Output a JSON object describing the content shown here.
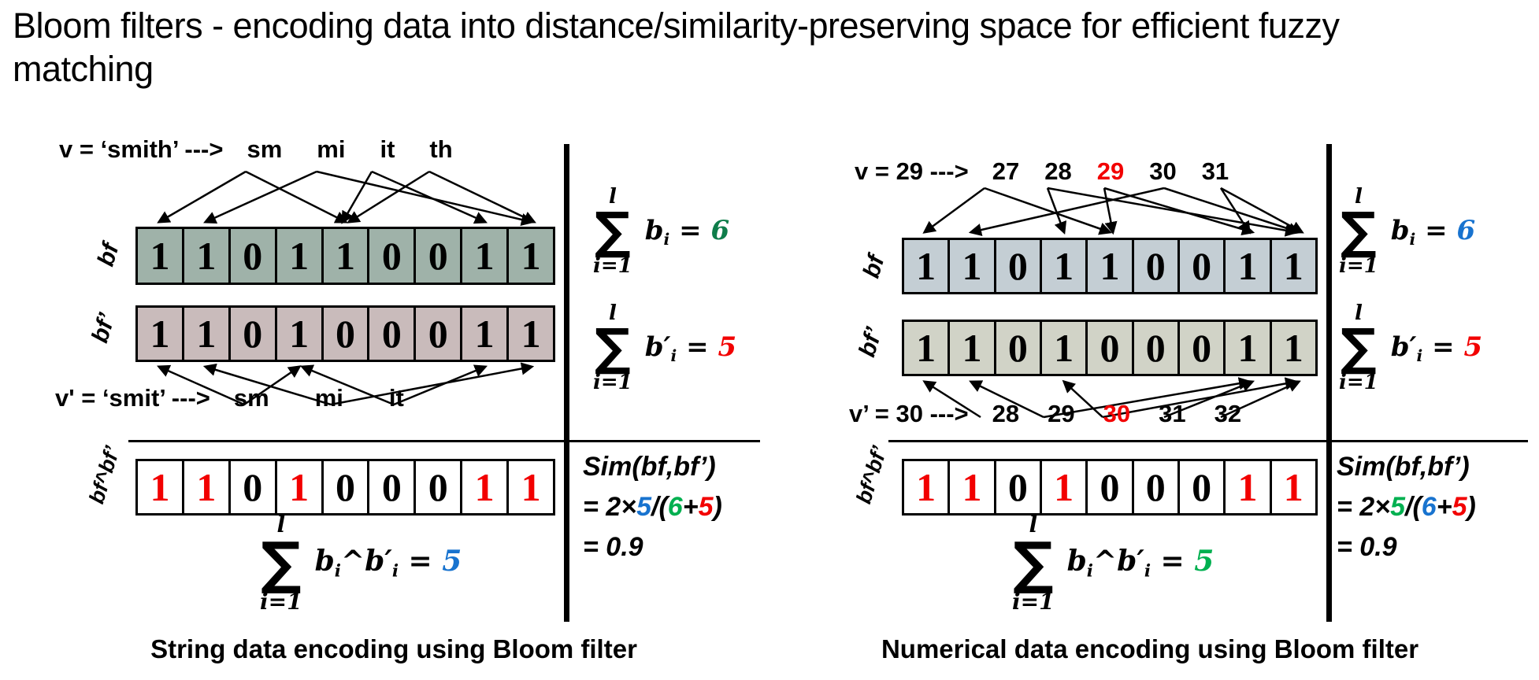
{
  "title": {
    "line1": "Bloom filters - encoding data into distance/similarity-preserving space for efficient fuzzy",
    "line2": "matching"
  },
  "left": {
    "caption": "String data encoding using Bloom filter",
    "v_line": {
      "prefix": "v = ‘smith’ --->",
      "tokens": [
        {
          "t": "sm"
        },
        {
          "t": "mi"
        },
        {
          "t": "it"
        },
        {
          "t": "th"
        }
      ]
    },
    "vp_line": {
      "prefix": "v' = ‘smit’ --->",
      "tokens": [
        {
          "t": "sm"
        },
        {
          "t": "mi"
        },
        {
          "t": "it"
        }
      ]
    },
    "bf": {
      "label": "bf",
      "bg": "#9fb2a9",
      "cells": [
        {
          "t": "1"
        },
        {
          "t": "1"
        },
        {
          "t": "0"
        },
        {
          "t": "1"
        },
        {
          "t": "1"
        },
        {
          "t": "0"
        },
        {
          "t": "0"
        },
        {
          "t": "1"
        },
        {
          "t": "1"
        }
      ]
    },
    "bfp": {
      "label": "bf’",
      "bg": "#c9bbbb",
      "cells": [
        {
          "t": "1"
        },
        {
          "t": "1"
        },
        {
          "t": "0"
        },
        {
          "t": "1"
        },
        {
          "t": "0"
        },
        {
          "t": "0"
        },
        {
          "t": "0"
        },
        {
          "t": "1"
        },
        {
          "t": "1"
        }
      ]
    },
    "bfx": {
      "label": "bf^bf’",
      "bg": "#ffffff",
      "cells": [
        {
          "t": "1",
          "color": "#f20000"
        },
        {
          "t": "1",
          "color": "#f20000"
        },
        {
          "t": "0"
        },
        {
          "t": "1",
          "color": "#f20000"
        },
        {
          "t": "0"
        },
        {
          "t": "0"
        },
        {
          "t": "0"
        },
        {
          "t": "1",
          "color": "#f20000"
        },
        {
          "t": "1",
          "color": "#f20000"
        }
      ]
    },
    "sum1": {
      "limit_top": "l",
      "limit_bottom": "i=1",
      "expr": [
        {
          "t": "b"
        },
        {
          "t": "i",
          "sub": true
        },
        {
          "t": " = "
        },
        {
          "t": "6",
          "color": "#0e7d4a"
        }
      ]
    },
    "sum2": {
      "limit_top": "l",
      "limit_bottom": "i=1",
      "expr": [
        {
          "t": "b′"
        },
        {
          "t": "i",
          "sub": true
        },
        {
          "t": " = "
        },
        {
          "t": "5",
          "color": "#f20000"
        }
      ]
    },
    "sum_xor": {
      "limit_top": "l",
      "limit_bottom": "i=1",
      "expr": [
        {
          "t": "b"
        },
        {
          "t": "i",
          "sub": true
        },
        {
          "t": "^"
        },
        {
          "t": "b′"
        },
        {
          "t": "i",
          "sub": true
        },
        {
          "t": " = "
        },
        {
          "t": "5",
          "color": "#1873cf"
        }
      ]
    },
    "sim": {
      "l1": "Sim(bf,bf’)",
      "l2": [
        {
          "t": "= 2×"
        },
        {
          "t": "5",
          "color": "#1873cf"
        },
        {
          "t": "/("
        },
        {
          "t": "6",
          "color": "#00b050"
        },
        {
          "t": "+"
        },
        {
          "t": "5",
          "color": "#f20000"
        },
        {
          "t": ")"
        }
      ],
      "l3": "= 0.9"
    }
  },
  "right": {
    "caption": "Numerical data encoding using Bloom filter",
    "v_line": {
      "prefix": "v = 29 --->",
      "tokens": [
        {
          "t": "27"
        },
        {
          "t": "28"
        },
        {
          "t": "29",
          "color": "#f20000"
        },
        {
          "t": "30"
        },
        {
          "t": "31"
        }
      ]
    },
    "vp_line": {
      "prefix": "v’ = 30 --->",
      "tokens": [
        {
          "t": "28"
        },
        {
          "t": "29"
        },
        {
          "t": "30",
          "color": "#f20000"
        },
        {
          "t": "31"
        },
        {
          "t": "32"
        }
      ]
    },
    "bf": {
      "label": "bf",
      "bg": "#c4ced4",
      "cells": [
        {
          "t": "1"
        },
        {
          "t": "1"
        },
        {
          "t": "0"
        },
        {
          "t": "1"
        },
        {
          "t": "1"
        },
        {
          "t": "0"
        },
        {
          "t": "0"
        },
        {
          "t": "1"
        },
        {
          "t": "1"
        }
      ]
    },
    "bfp": {
      "label": "bf’",
      "bg": "#d1d3c7",
      "cells": [
        {
          "t": "1"
        },
        {
          "t": "1"
        },
        {
          "t": "0"
        },
        {
          "t": "1"
        },
        {
          "t": "0"
        },
        {
          "t": "0"
        },
        {
          "t": "0"
        },
        {
          "t": "1"
        },
        {
          "t": "1"
        }
      ]
    },
    "bfx": {
      "label": "bf^bf’",
      "bg": "#ffffff",
      "cells": [
        {
          "t": "1",
          "color": "#f20000"
        },
        {
          "t": "1",
          "color": "#f20000"
        },
        {
          "t": "0"
        },
        {
          "t": "1",
          "color": "#f20000"
        },
        {
          "t": "0"
        },
        {
          "t": "0"
        },
        {
          "t": "0"
        },
        {
          "t": "1",
          "color": "#f20000"
        },
        {
          "t": "1",
          "color": "#f20000"
        }
      ]
    },
    "sum1": {
      "limit_top": "l",
      "limit_bottom": "i=1",
      "expr": [
        {
          "t": "b"
        },
        {
          "t": "i",
          "sub": true
        },
        {
          "t": " = "
        },
        {
          "t": "6",
          "color": "#1873cf"
        }
      ]
    },
    "sum2": {
      "limit_top": "l",
      "limit_bottom": "i=1",
      "expr": [
        {
          "t": "b′"
        },
        {
          "t": "i",
          "sub": true
        },
        {
          "t": " = "
        },
        {
          "t": "5",
          "color": "#f20000"
        }
      ]
    },
    "sum_xor": {
      "limit_top": "l",
      "limit_bottom": "i=1",
      "expr": [
        {
          "t": "b"
        },
        {
          "t": "i",
          "sub": true
        },
        {
          "t": "^"
        },
        {
          "t": "b′"
        },
        {
          "t": "i",
          "sub": true
        },
        {
          "t": " = "
        },
        {
          "t": "5",
          "color": "#00b050"
        }
      ]
    },
    "sim": {
      "l1": "Sim(bf,bf’)",
      "l2": [
        {
          "t": "= 2×"
        },
        {
          "t": "5",
          "color": "#00b050"
        },
        {
          "t": "/("
        },
        {
          "t": "6",
          "color": "#1873cf"
        },
        {
          "t": "+"
        },
        {
          "t": "5",
          "color": "#f20000"
        },
        {
          "t": ")"
        }
      ],
      "l3": "= 0.9"
    }
  }
}
